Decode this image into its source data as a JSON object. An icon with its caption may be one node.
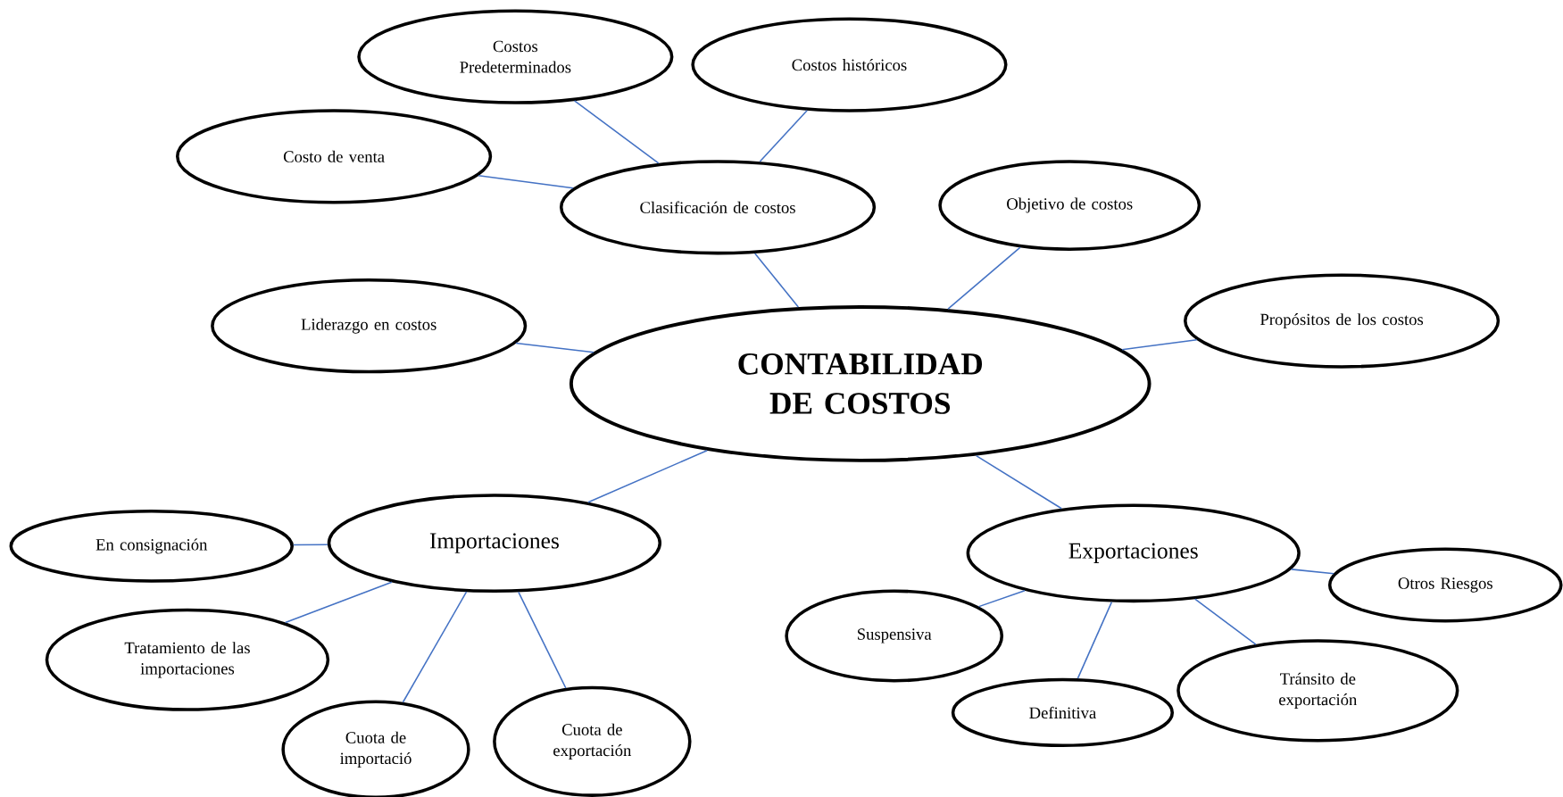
{
  "diagram": {
    "nodes": [
      {
        "text": [
          "CONTABILIDAD DE COSTOS"
        ]
      },
      {
        "text": [
          "Clasificación de costos"
        ]
      },
      {
        "text": [
          "Costos Predeterminados"
        ]
      },
      {
        "text": [
          "Costos históricos"
        ]
      },
      {
        "text": [
          "Costo de venta"
        ]
      },
      {
        "text": [
          "Objetivo de costos"
        ]
      },
      {
        "text": [
          "Liderazgo en costos"
        ]
      },
      {
        "text": [
          "Propósitos de los costos"
        ]
      },
      {
        "text": [
          "Importaciones"
        ]
      },
      {
        "text": [
          "En consignación"
        ]
      },
      {
        "text": [
          "Tratamiento de las importaciones"
        ]
      },
      {
        "text": [
          "Cuota de importació"
        ]
      },
      {
        "text": [
          "Cuota de exportación"
        ]
      },
      {
        "text": [
          "Exportaciones"
        ]
      },
      {
        "text": [
          "Suspensiva"
        ]
      },
      {
        "text": [
          "Definitiva"
        ]
      },
      {
        "text": [
          "Tránsito de exportación"
        ]
      },
      {
        "text": [
          "Otros Riesgos"
        ]
      }
    ],
    "edges": [
      {
        "from": 0,
        "to": 1,
        "arrow": "none"
      },
      {
        "from": 1,
        "to": 2,
        "arrow": "none"
      },
      {
        "from": 1,
        "to": 3,
        "arrow": "none"
      },
      {
        "from": 1,
        "to": 4,
        "arrow": "none"
      },
      {
        "from": 0,
        "to": 5,
        "arrow": "none"
      },
      {
        "from": 0,
        "to": 6,
        "arrow": "none"
      },
      {
        "from": 0,
        "to": 7,
        "arrow": "none"
      },
      {
        "from": 0,
        "to": 8,
        "arrow": "none"
      },
      {
        "from": 8,
        "to": 9,
        "arrow": "none"
      },
      {
        "from": 8,
        "to": 10,
        "arrow": "none"
      },
      {
        "from": 8,
        "to": 11,
        "arrow": "none"
      },
      {
        "from": 8,
        "to": 12,
        "arrow": "none"
      },
      {
        "from": 0,
        "to": 13,
        "arrow": "none"
      },
      {
        "from": 13,
        "to": 14,
        "arrow": "none"
      },
      {
        "from": 13,
        "to": 15,
        "arrow": "none"
      },
      {
        "from": 13,
        "to": 16,
        "arrow": "none"
      },
      {
        "from": 13,
        "to": 17,
        "arrow": "none"
      }
    ]
  }
}
